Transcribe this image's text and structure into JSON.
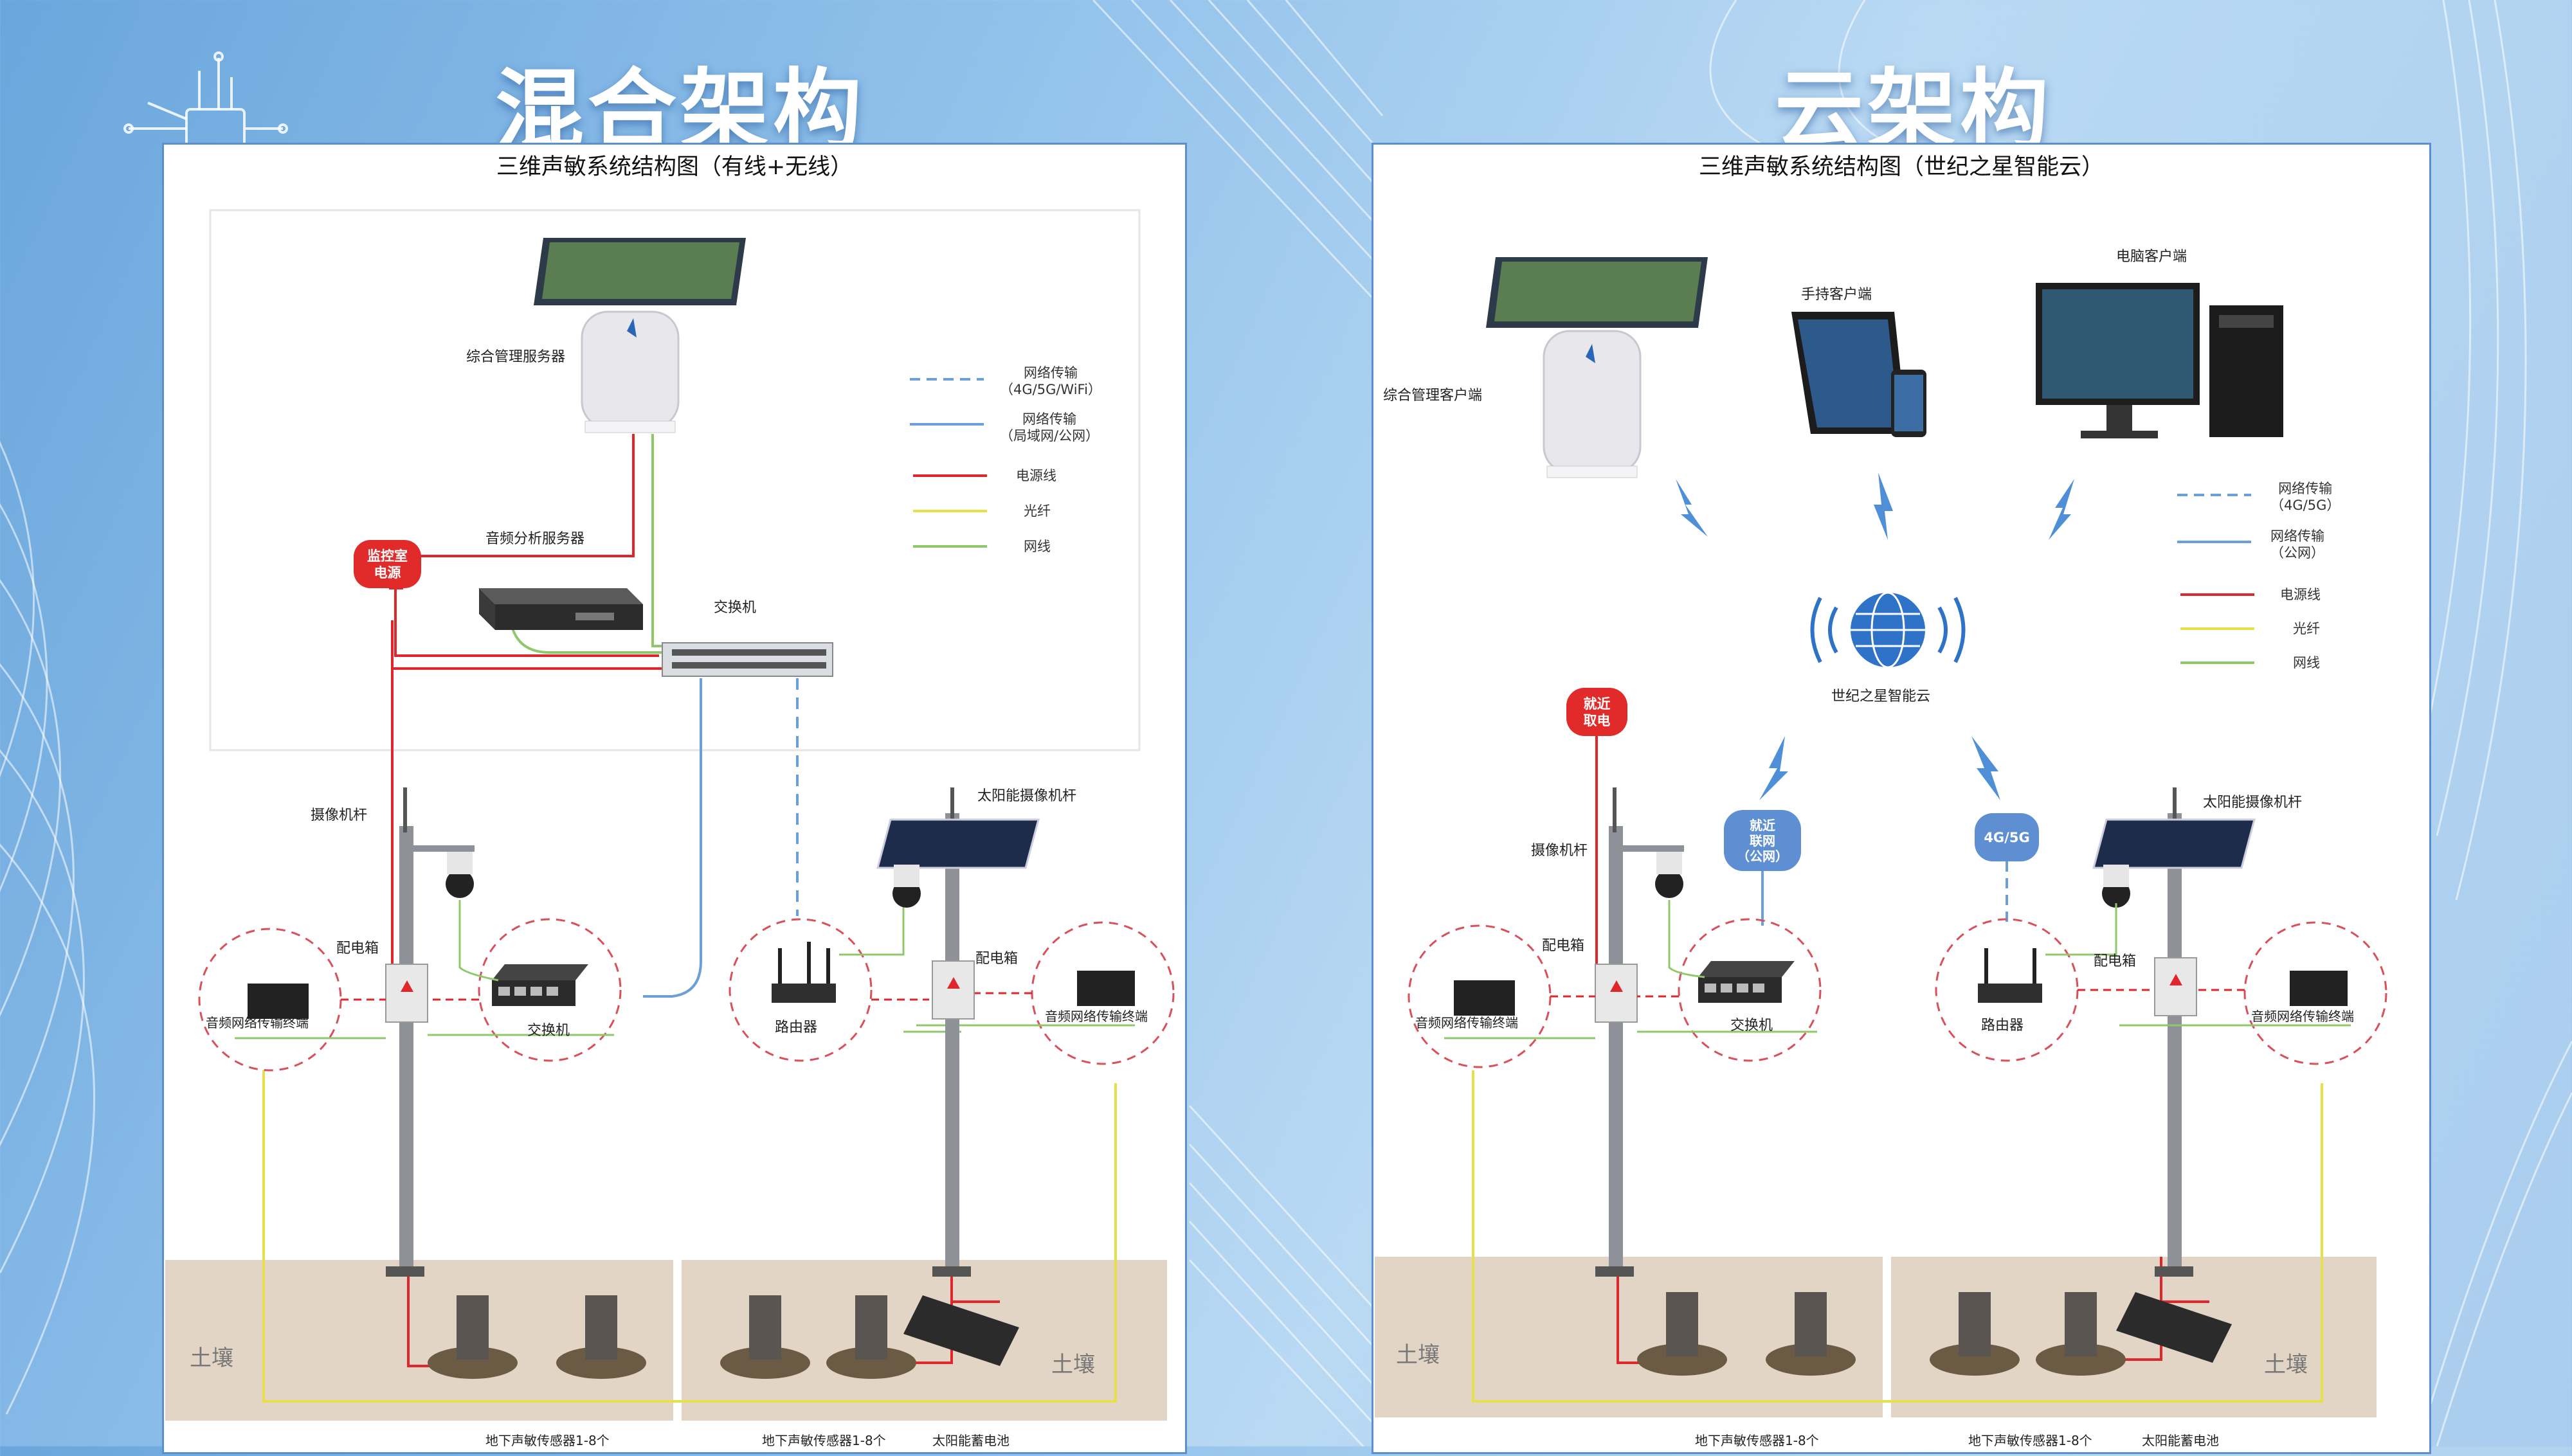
{
  "page": {
    "left_title": "混合架构",
    "right_title": "云架构"
  },
  "left": {
    "title": "三维声敏系统结构图（有线+无线）",
    "server_label": "综合管理服务器",
    "audio_server_label": "音频分析服务器",
    "switch_label": "交换机",
    "monitor_power": "监控室\n电源",
    "monitor_power_l1": "监控室",
    "monitor_power_l2": "电源",
    "camera_pole": "摄像机杆",
    "solar_pole": "太阳能摄像机杆",
    "dist_box_1": "配电箱",
    "dist_box_2": "配电箱",
    "audio_terminal_1": "音频网络传输终端",
    "audio_terminal_2": "音频网络传输终端",
    "field_switch": "交换机",
    "router": "路由器",
    "soil_1": "土壤",
    "soil_2": "土壤",
    "sensor_1": "地下声敏传感器1-8个",
    "sensor_2": "地下声敏传感器1-8个",
    "battery": "太阳能蓄电池",
    "legend": {
      "net_wireless_l1": "网络传输",
      "net_wireless_l2": "（4G/5G/WiFi）",
      "net_wired_l1": "网络传输",
      "net_wired_l2": "（局域网/公网）",
      "power": "电源线",
      "fiber": "光纤",
      "cable": "网线"
    }
  },
  "right": {
    "title": "三维声敏系统结构图（世纪之星智能云）",
    "client_label": "综合管理客户端",
    "handheld_label": "手持客户端",
    "pc_label": "电脑客户端",
    "cloud_label": "世纪之星智能云",
    "nearby_power_l1": "就近",
    "nearby_power_l2": "取电",
    "nearby_net_l1": "就近",
    "nearby_net_l2": "联网",
    "nearby_net_l3": "（公网）",
    "badge_4g": "4G/5G",
    "camera_pole": "摄像机杆",
    "solar_pole": "太阳能摄像机杆",
    "dist_box_1": "配电箱",
    "dist_box_2": "配电箱",
    "audio_terminal_1": "音频网络传输终端",
    "audio_terminal_2": "音频网络传输终端",
    "field_switch": "交换机",
    "router": "路由器",
    "soil_1": "土壤",
    "soil_2": "土壤",
    "sensor_1": "地下声敏传感器1-8个",
    "sensor_2": "地下声敏传感器1-8个",
    "battery": "太阳能蓄电池",
    "legend": {
      "net_wireless_l1": "网络传输",
      "net_wireless_l2": "（4G/5G）",
      "net_wired_l1": "网络传输",
      "net_wired_l2": "（公网）",
      "power": "电源线",
      "fiber": "光纤",
      "cable": "网线"
    }
  },
  "colors": {
    "power": "#e0262b",
    "fiber": "#e8e04a",
    "cable": "#8ec86a",
    "network": "#6a9fd8",
    "badge_red": "#e12a2a",
    "badge_blue": "#5d8fd2"
  }
}
